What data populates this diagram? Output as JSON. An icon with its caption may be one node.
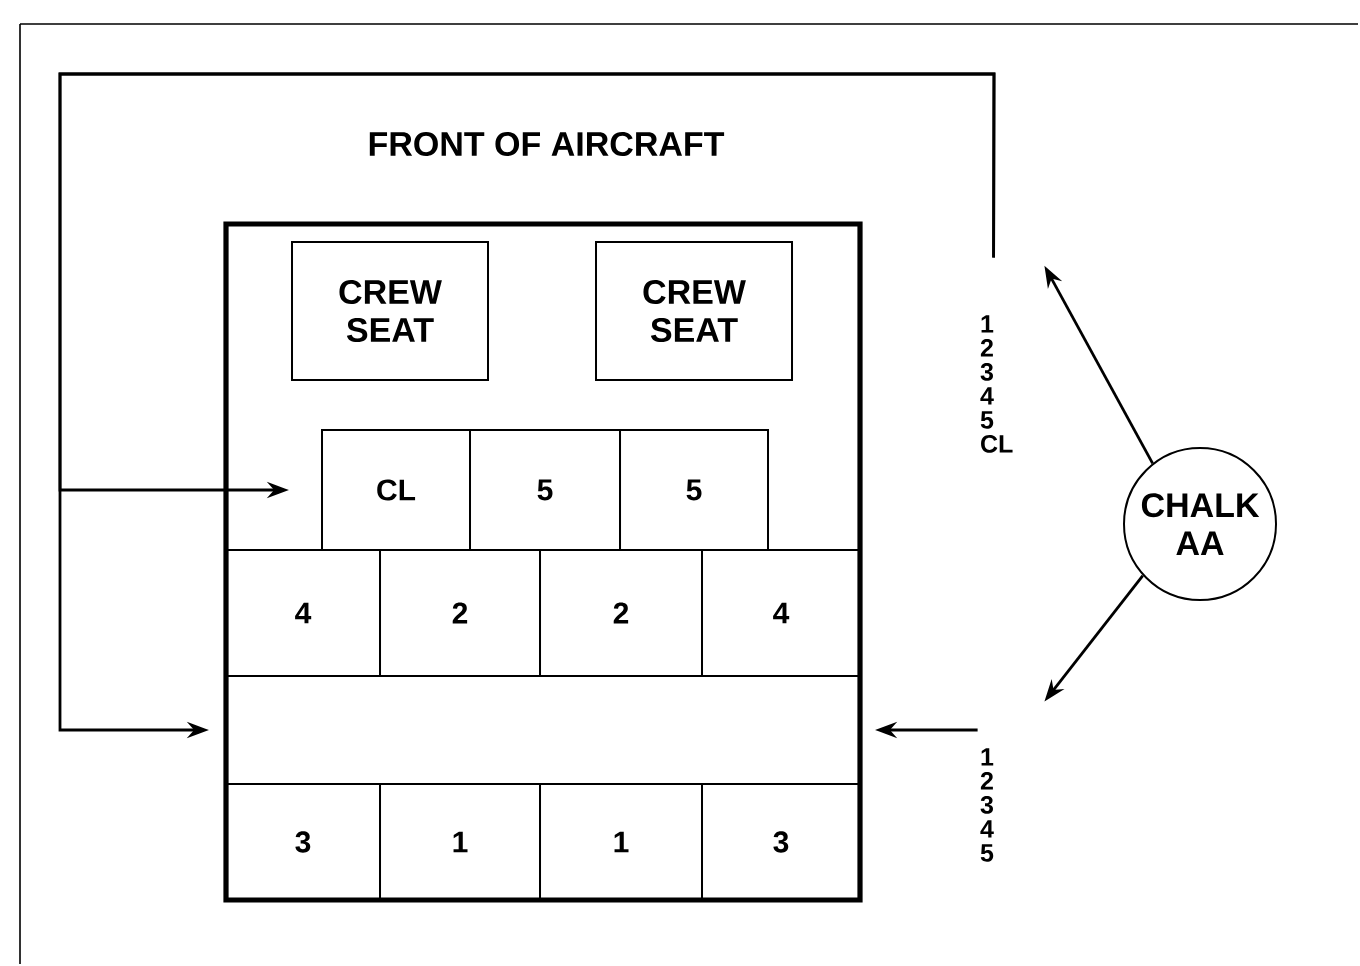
{
  "diagram": {
    "nodes": [
      {
        "text": [],
        "shape": "box"
      },
      {
        "text": [
          "CREW SEAT"
        ],
        "in": 0
      },
      {
        "text": [
          "CREW SEAT"
        ],
        "in": 0
      },
      {
        "text": [
          "CL"
        ],
        "in": 0
      },
      {
        "text": [
          "5"
        ],
        "in": 0
      },
      {
        "text": [
          "5"
        ],
        "in": 0
      },
      {
        "text": [
          "4"
        ],
        "in": 0
      },
      {
        "text": [
          "2"
        ],
        "in": 0
      },
      {
        "text": [
          "2"
        ],
        "in": 0
      },
      {
        "text": [
          "4"
        ],
        "in": 0
      },
      {
        "text": [],
        "shape": "box",
        "in": 0
      },
      {
        "text": [
          "3"
        ],
        "in": 0
      },
      {
        "text": [
          "1"
        ],
        "in": 0
      },
      {
        "text": [
          "1"
        ],
        "in": 0
      },
      {
        "text": [
          "3"
        ],
        "in": 0
      },
      {
        "text": [
          "1 2 3 4 5 CL"
        ]
      },
      {
        "text": [
          "1 2 3 4 5"
        ]
      },
      {
        "text": [
          "CHALK AA"
        ]
      }
    ],
    "edges": [
      {
        "from": 17,
        "to": 15,
        "arrow": "to"
      },
      {
        "from": 17,
        "to": 16,
        "arrow": "to"
      },
      {
        "from": 16,
        "to": 10,
        "arrow": "to"
      },
      {
        "from": 15,
        "to": 3,
        "arrow": "to"
      },
      {
        "from": 15,
        "to": 10,
        "arrow": "to"
      }
    ],
    "labels": [
      "FRONT OF AIRCRAFT"
    ]
  }
}
